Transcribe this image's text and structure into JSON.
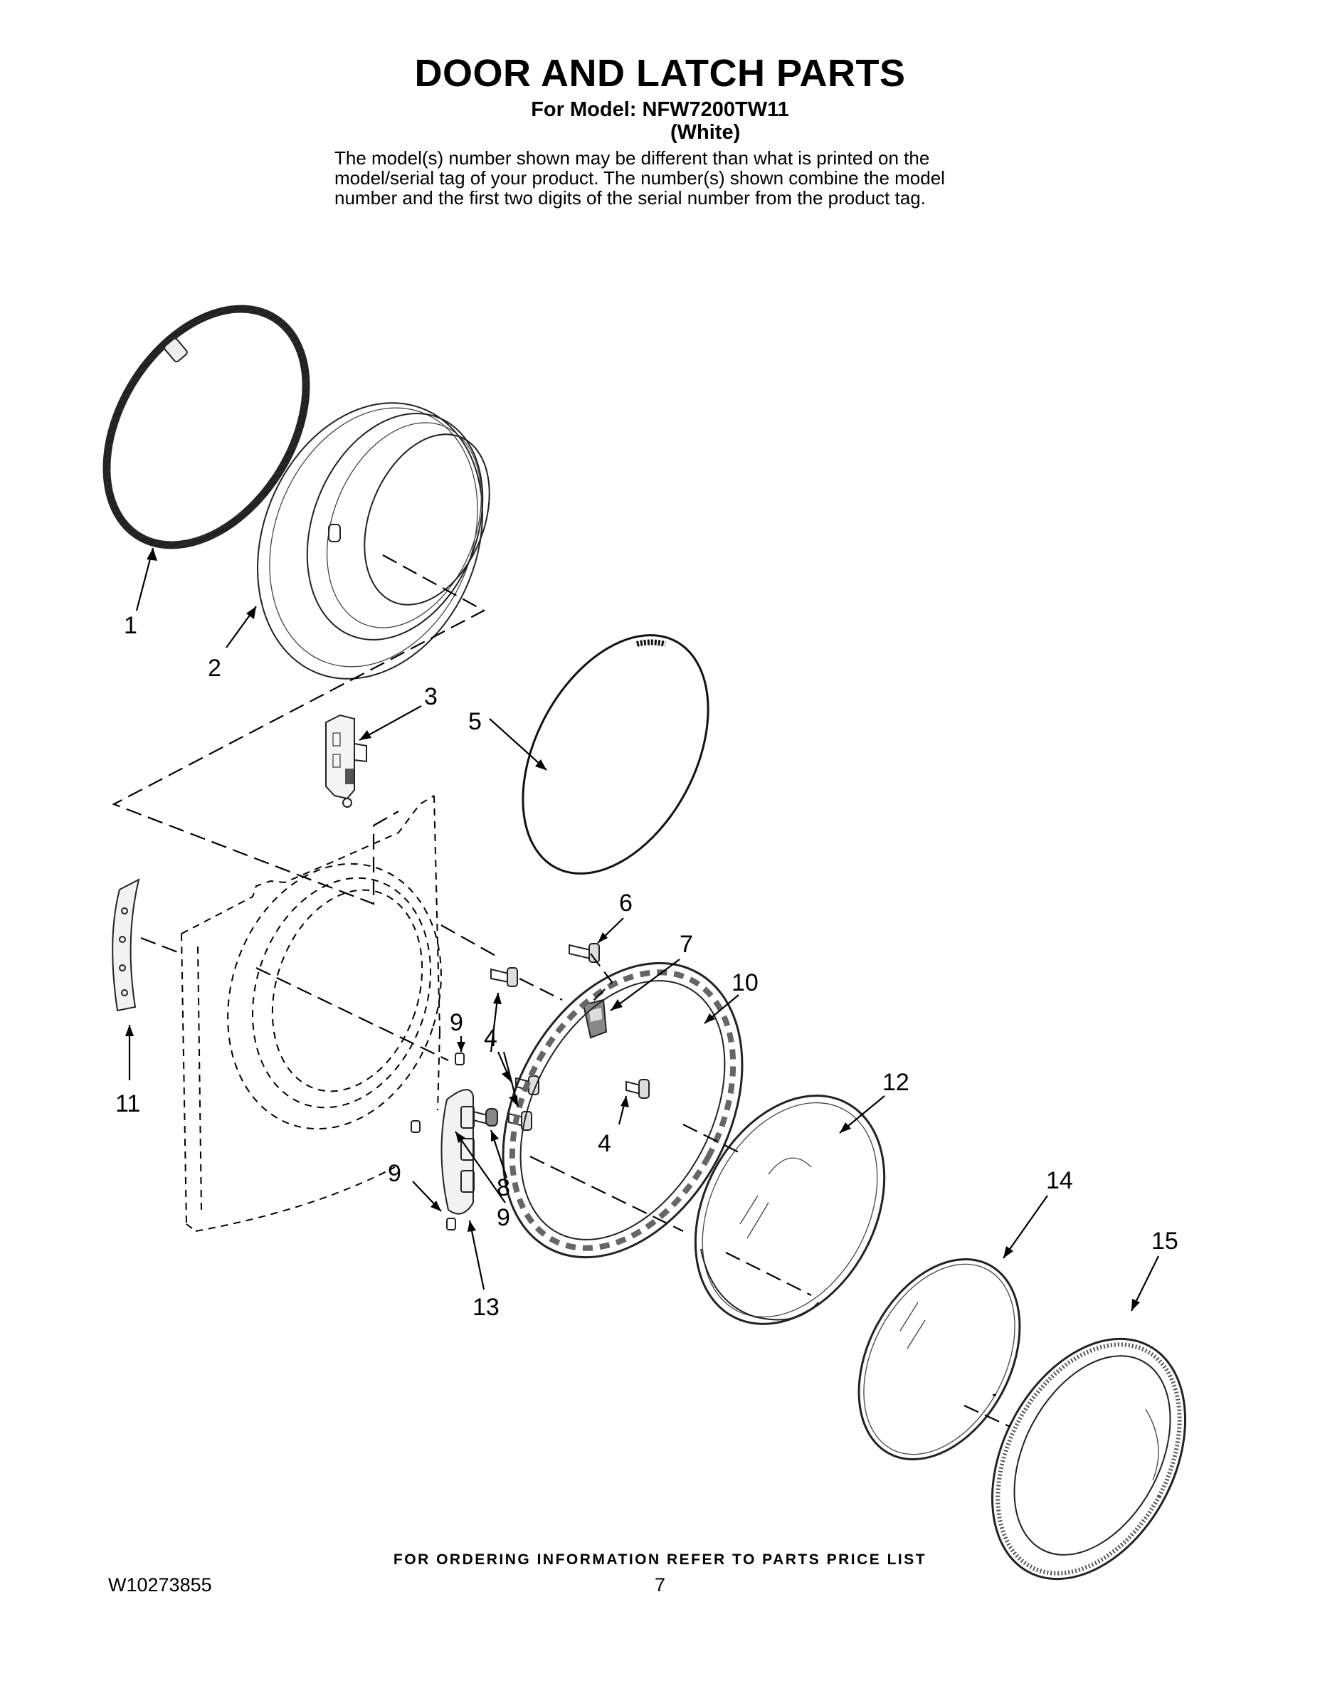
{
  "header": {
    "title": "DOOR AND LATCH PARTS",
    "model_line": "For Model: NFW7200TW11",
    "color": "(White)",
    "note_lines": [
      "The model(s) number shown may be different than what is printed on the",
      "model/serial tag of your product. The number(s) shown combine the model",
      "number and the first two digits of the serial number from the product tag."
    ]
  },
  "callouts": {
    "c1": "1",
    "c2": "2",
    "c3": "3",
    "c4a": "4",
    "c4b": "4",
    "c5": "5",
    "c6": "6",
    "c7": "7",
    "c8": "8",
    "c9a": "9",
    "c9b": "9",
    "c9c": "9",
    "c10": "10",
    "c11": "11",
    "c12": "12",
    "c13": "13",
    "c14": "14",
    "c15": "15"
  },
  "footer": {
    "ordering_note": "FOR ORDERING INFORMATION REFER TO PARTS PRICE LIST",
    "document_number": "W10273855",
    "page_number": "7"
  }
}
